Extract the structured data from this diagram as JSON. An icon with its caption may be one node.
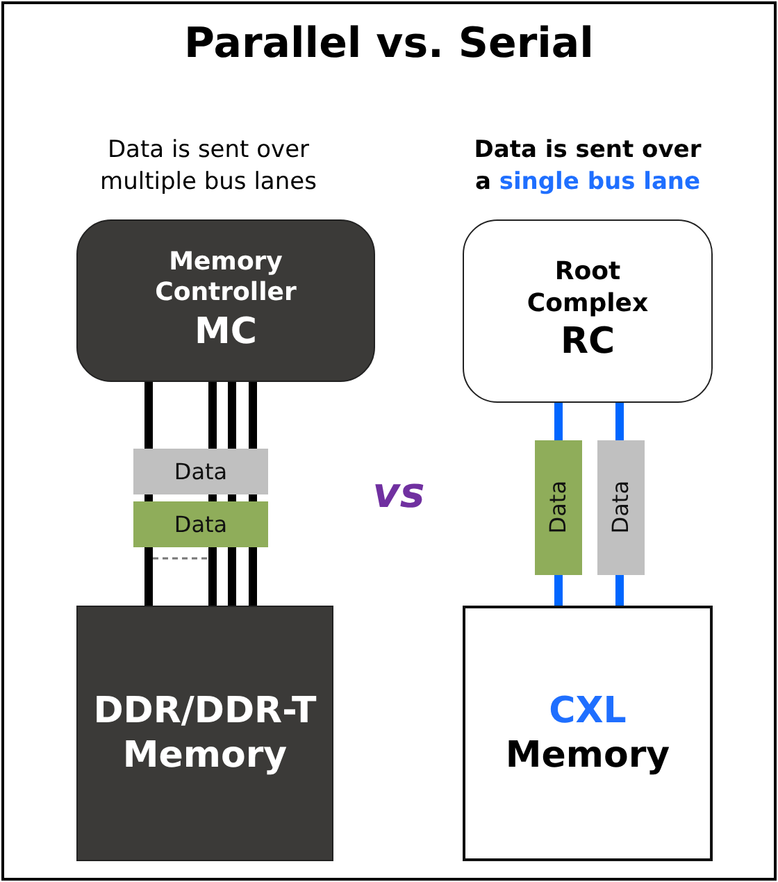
{
  "diagram": {
    "title": "Parallel vs. Serial",
    "nodes": [
      {
        "text": [
          "Memory Controller",
          "MC"
        ]
      },
      {
        "text": [
          "Data"
        ]
      },
      {
        "text": [
          "Data"
        ]
      },
      {
        "text": [
          "DDR/DDR-T Memory"
        ]
      },
      {
        "text": [
          "Root Complex",
          "RC"
        ]
      },
      {
        "text": [
          "Data"
        ]
      },
      {
        "text": [
          "Data"
        ]
      },
      {
        "text": [
          "CXL",
          "Memory"
        ]
      }
    ],
    "edges": [
      {
        "from": 0,
        "to": 1,
        "arrow": "none"
      },
      {
        "from": 0,
        "to": 1,
        "arrow": "none"
      },
      {
        "from": 0,
        "to": 1,
        "arrow": "none"
      },
      {
        "from": 0,
        "to": 1,
        "arrow": "none"
      },
      {
        "from": 1,
        "to": 2,
        "arrow": "none"
      },
      {
        "from": 1,
        "to": 2,
        "arrow": "none"
      },
      {
        "from": 1,
        "to": 2,
        "arrow": "none"
      },
      {
        "from": 1,
        "to": 2,
        "arrow": "none"
      },
      {
        "from": 2,
        "to": 3,
        "arrow": "none"
      },
      {
        "from": 2,
        "to": 3,
        "arrow": "none"
      },
      {
        "from": 2,
        "to": 3,
        "arrow": "none"
      },
      {
        "from": 2,
        "to": 3,
        "arrow": "none"
      },
      {
        "from": 4,
        "to": 5,
        "arrow": "none",
        "color": "#0066ff"
      },
      {
        "from": 5,
        "to": 7,
        "arrow": "none",
        "color": "#0066ff"
      },
      {
        "from": 4,
        "to": 6,
        "arrow": "none",
        "color": "#0066ff"
      },
      {
        "from": 6,
        "to": 7,
        "arrow": "none",
        "color": "#0066ff"
      }
    ],
    "labels": [
      "Data is sent over multiple bus lanes",
      "Data is sent over a *single bus lane*",
      "vs"
    ]
  }
}
